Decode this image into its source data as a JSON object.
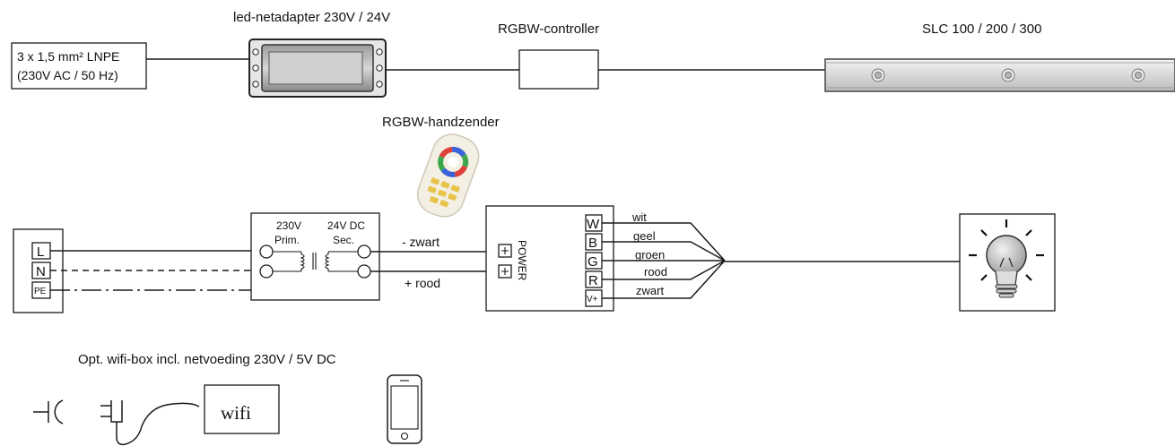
{
  "top": {
    "adapter_title": "led-netadapter 230V / 24V",
    "controller_title": "RGBW-controller",
    "strip_title": "SLC 100 / 200 / 300",
    "mains_line1": "3 x 1,5 mm² LNPE",
    "mains_line2": "(230V AC / 50 Hz)",
    "remote_title": "RGBW-handzender"
  },
  "wiring": {
    "terminals": [
      "L",
      "N",
      "PE"
    ],
    "trafo_primary_v": "230V",
    "trafo_primary_lbl": "Prim.",
    "trafo_secondary_v": "24V DC",
    "trafo_secondary_lbl": "Sec.",
    "neg_wire": "- zwart",
    "pos_wire": "+ rood",
    "power_label": "POWER",
    "controller_pins": [
      "W",
      "B",
      "G",
      "R",
      "V+"
    ],
    "wire_colors": [
      "wit",
      "geel",
      "groen",
      "rood",
      "zwart"
    ]
  },
  "wifi": {
    "title": "Opt. wifi-box incl. netvoeding 230V / 5V DC",
    "box_label": "wifi"
  },
  "icons": [
    "led-strip-icon",
    "remote-icon",
    "bulb-icon",
    "socket-icon",
    "plug-icon",
    "smartphone-icon"
  ]
}
